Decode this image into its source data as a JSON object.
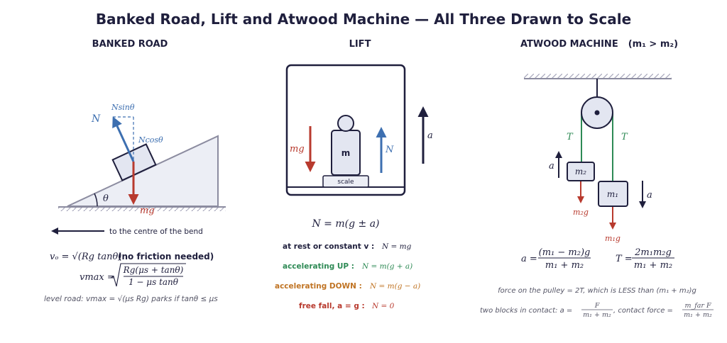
{
  "title": "Banked Road, Lift and Atwood Machine  —  All Three Drawn to Scale",
  "colors": {
    "navy": "#1f1f3d",
    "red": "#b83a2e",
    "blue": "#3d6fb0",
    "green": "#2e8a55",
    "orange": "#c07424",
    "gray": "#555566",
    "fill": "#e3e6f1"
  },
  "banked": {
    "heading": "BANKED ROAD",
    "label_N": "N",
    "label_Nsin": "Nsinθ",
    "label_Ncos": "Ncosθ",
    "label_theta": "θ",
    "label_mg": "mg",
    "centre_text": "to the centre of the bend",
    "eq_vo": "vₒ = √(Rg tanθ)",
    "eq_vo_note": "(no friction needed)",
    "eq_vmax_lhs": "vmax =",
    "eq_vmax_num": "Rg(μs + tanθ)",
    "eq_vmax_den": "1 − μs tanθ",
    "level_road": "level road:  vmax = √(μs Rg)     parks if  tanθ ≤ μs"
  },
  "lift": {
    "heading": "LIFT",
    "label_mg": "mg",
    "label_m": "m",
    "label_N": "N",
    "label_a": "a",
    "scale_label": "scale",
    "eq_main": "N = m(g ± a)",
    "rows": [
      {
        "label": "at rest or constant v :",
        "eq": "N = mg",
        "color": "navy"
      },
      {
        "label": "accelerating UP :",
        "eq": "N = m(g + a)",
        "color": "green"
      },
      {
        "label": "accelerating DOWN :",
        "eq": "N = m(g − a)",
        "color": "orange"
      },
      {
        "label": "free fall,  a = g :",
        "eq": "N = 0",
        "color": "red"
      }
    ]
  },
  "atwood": {
    "heading": "ATWOOD MACHINE",
    "heading_cond": "(m₁ > m₂)",
    "label_T": "T",
    "label_a": "a",
    "label_m1": "m₁",
    "label_m2": "m₂",
    "label_m1g": "m₁g",
    "label_m2g": "m₂g",
    "eq_a_lhs": "a =",
    "eq_a_num": "(m₁ − m₂)g",
    "eq_a_den": "m₁ + m₂",
    "eq_T_lhs": "T =",
    "eq_T_num": "2m₁m₂g",
    "eq_T_den": "m₁ + m₂",
    "pulley_note": "force on the pulley  = 2T,  which is LESS than (m₁ + m₂)g",
    "contact_pre": "two blocks in contact:  a =",
    "contact_a_num": "F",
    "contact_a_den": "m₁ + m₂",
    "contact_mid": ",  contact force  =",
    "contact_f_num": "m_far F",
    "contact_f_den": "m₁ + m₂"
  }
}
